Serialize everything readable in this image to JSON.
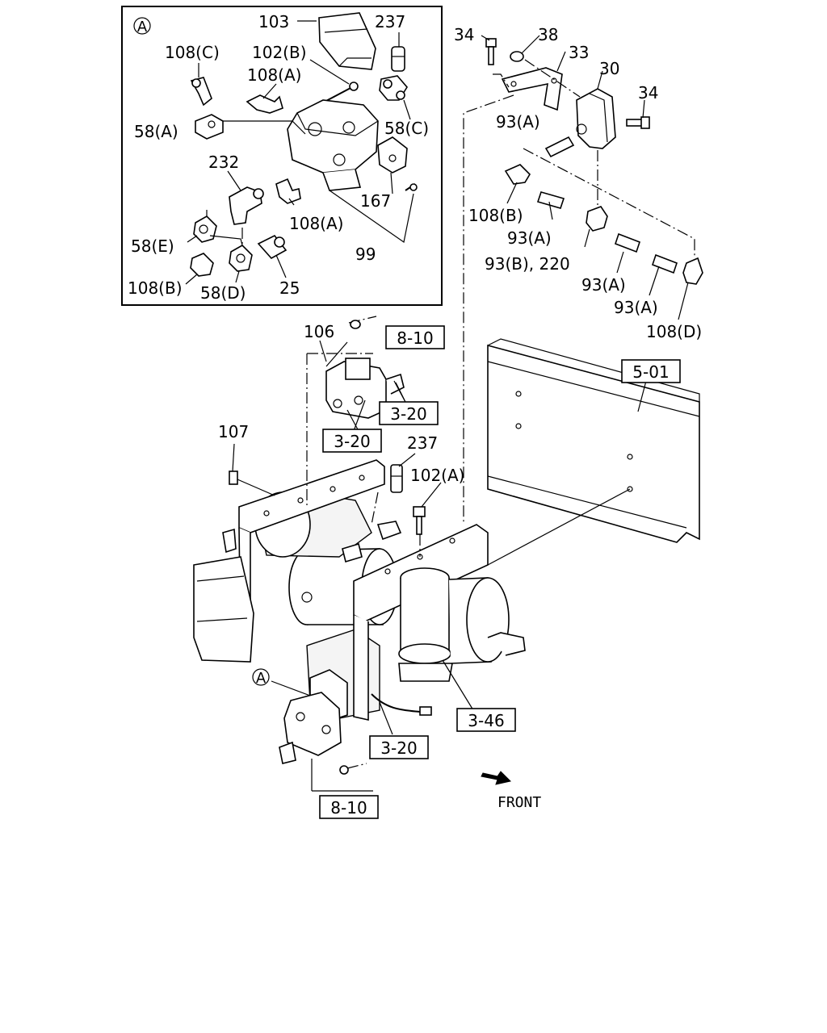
{
  "inset": {
    "marker": "A",
    "labels": {
      "l103": "103",
      "l237": "237",
      "l108c": "108(C)",
      "l102b": "102(B)",
      "l108a_top": "108(A)",
      "l58a": "58(A)",
      "l58c": "58(C)",
      "l232": "232",
      "l167": "167",
      "l108a_bottom": "108(A)",
      "l58e": "58(E)",
      "l99": "99",
      "l108b": "108(B)",
      "l58d": "58(D)",
      "l25": "25"
    }
  },
  "right_group": {
    "labels": {
      "l34_top": "34",
      "l38": "38",
      "l33": "33",
      "l30": "30",
      "l34_right": "34",
      "l93a_1": "93(A)",
      "l108b": "108(B)",
      "l93a_2": "93(A)",
      "l93b_220": "93(B), 220",
      "l93a_3": "93(A)",
      "l93a_4": "93(A)",
      "l108d": "108(D)"
    }
  },
  "main": {
    "labels": {
      "l106": "106",
      "l107": "107",
      "l237": "237",
      "l102a": "102(A)",
      "marker_a": "A"
    },
    "ref_boxes": {
      "ref_8_10_top": "8-10",
      "ref_3_20_a": "3-20",
      "ref_3_20_b": "3-20",
      "ref_5_01": "5-01",
      "ref_3_46": "3-46",
      "ref_3_20_c": "3-20",
      "ref_8_10_bottom": "8-10"
    },
    "front_label": "FRONT"
  }
}
